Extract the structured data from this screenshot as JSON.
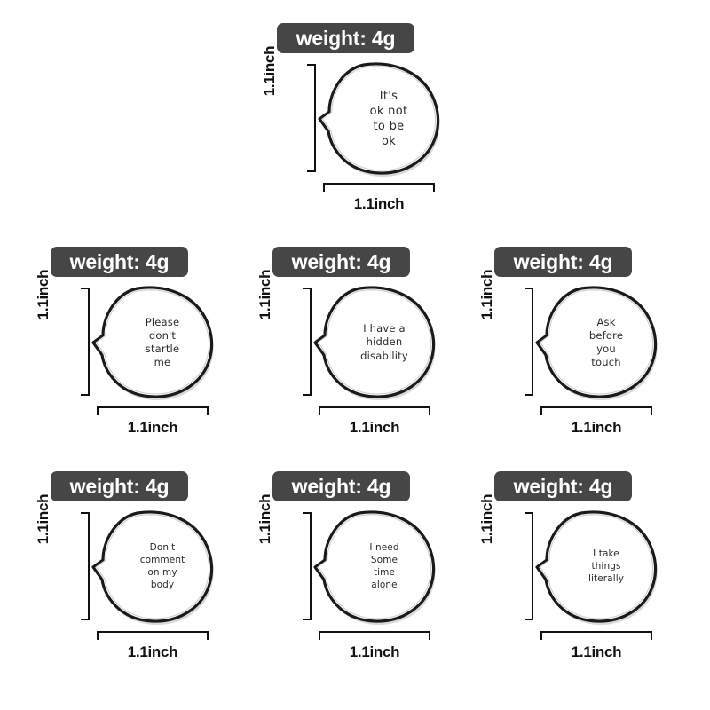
{
  "page": {
    "background_color": "#ffffff",
    "badge_color": "#464646",
    "badge_text_color": "#ffffff",
    "rule_color": "#111111",
    "pin_fill_color": "#ffffff",
    "pin_outline_color": "#1a1a1a",
    "pin_text_color": "#2a2a2a"
  },
  "pins": [
    {
      "id": "its-ok-not-to-be-ok",
      "weight_label": "weight: 4g",
      "height_label": "1.1inch",
      "width_label": "1.1inch",
      "lines": [
        "It's",
        "ok not",
        "to be",
        "ok"
      ],
      "text_size": "md"
    },
    {
      "id": "please-dont-startle-me",
      "weight_label": "weight: 4g",
      "height_label": "1.1inch",
      "width_label": "1.1inch",
      "lines": [
        "Please",
        "don't",
        "startle",
        "me"
      ],
      "text_size": "sm"
    },
    {
      "id": "i-have-a-hidden-disability",
      "weight_label": "weight: 4g",
      "height_label": "1.1inch",
      "width_label": "1.1inch",
      "lines": [
        "I have a",
        "hidden",
        "disability"
      ],
      "text_size": "sm"
    },
    {
      "id": "ask-before-you-touch",
      "weight_label": "weight: 4g",
      "height_label": "1.1inch",
      "width_label": "1.1inch",
      "lines": [
        "Ask",
        "before",
        "you",
        "touch"
      ],
      "text_size": "sm"
    },
    {
      "id": "dont-comment-on-my-body",
      "weight_label": "weight: 4g",
      "height_label": "1.1inch",
      "width_label": "1.1inch",
      "lines": [
        "Don't",
        "comment",
        "on my",
        "body"
      ],
      "text_size": "xs"
    },
    {
      "id": "i-need-some-time-alone",
      "weight_label": "weight: 4g",
      "height_label": "1.1inch",
      "width_label": "1.1inch",
      "lines": [
        "I need",
        "Some",
        "time",
        "alone"
      ],
      "text_size": "xs"
    },
    {
      "id": "i-take-things-literally",
      "weight_label": "weight: 4g",
      "height_label": "1.1inch",
      "width_label": "1.1inch",
      "lines": [
        "I take",
        "things",
        "literally"
      ],
      "text_size": "xs"
    }
  ]
}
